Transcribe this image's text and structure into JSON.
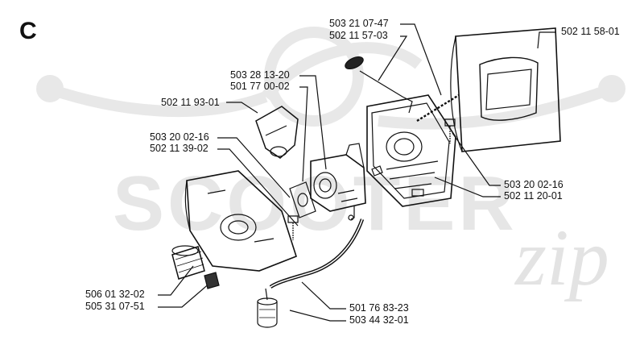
{
  "section_letter": "C",
  "watermark": {
    "text": "SCOOTER",
    "script": "zip"
  },
  "callouts": {
    "c1": "503 21 07-47",
    "c2": "502 11 57-03",
    "c3": "502 11 58-01",
    "c4": "503 28 13-20",
    "c5": "501 77 00-02",
    "c6": "502 11 93-01",
    "c7": "503 20 02-16",
    "c8": "502 11 39-02",
    "c9": "503 20 02-16",
    "c10": "502 11 20-01",
    "c11": "506 01 32-02",
    "c12": "505 31 07-51",
    "c13": "501 76 83-23",
    "c14": "503 44 32-01"
  },
  "colors": {
    "line": "#111111",
    "watermark": "#e6e6e6",
    "background": "#ffffff"
  }
}
